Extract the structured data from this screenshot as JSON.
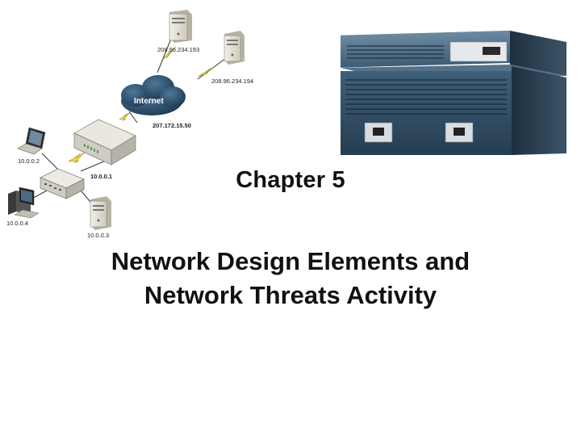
{
  "title": "Chapter 5",
  "subtitle_lines": [
    "Network Design Elements and",
    "Network Threats Activity"
  ],
  "diagram": {
    "cloud_label": "Internet",
    "server_top_ip": "208.96.234.193",
    "server_right_ip": "208.96.234.194",
    "router_external_ip": "207.172.15.50",
    "router_internal_ip": "10.0.0.1",
    "laptop_ip": "10.0.0.2",
    "desktop_ip": "10.0.0.4",
    "server_lan_ip": "10.0.0.3"
  },
  "colors": {
    "text": "#111111",
    "cloud": "#2c4f6e",
    "lightning": "#e8d84a",
    "router_chassis": "#3e5d74"
  }
}
